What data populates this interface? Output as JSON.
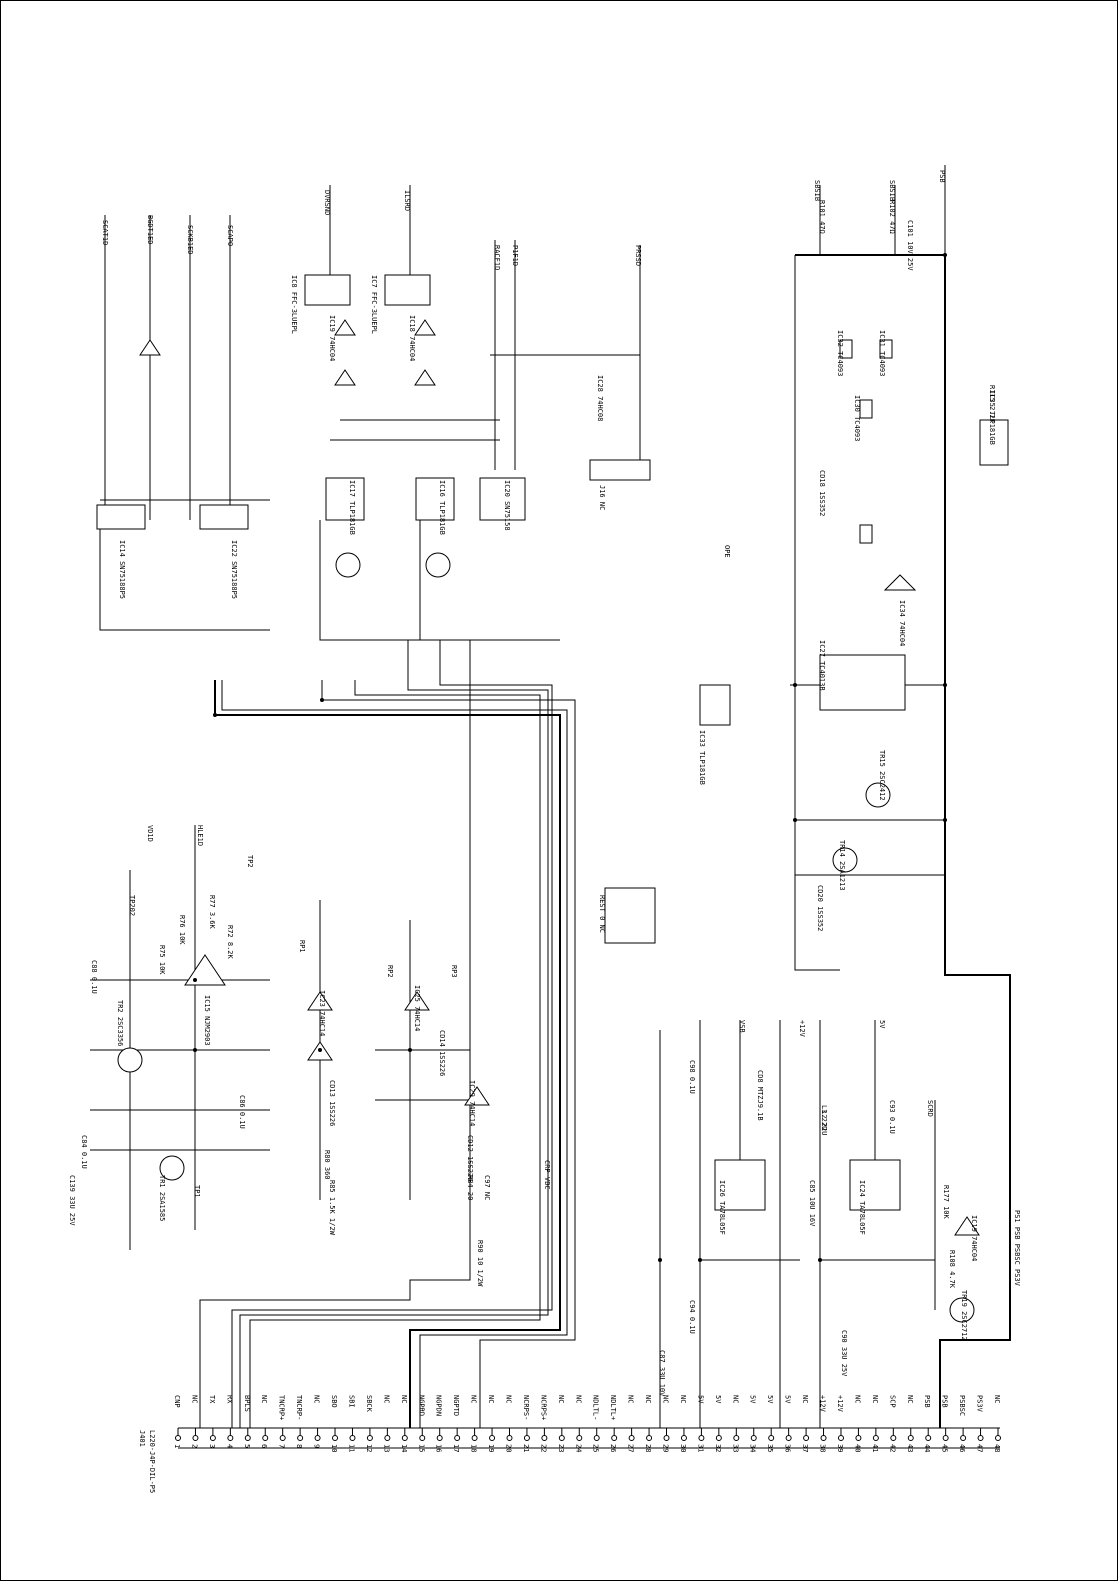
{
  "connector": {
    "ref": "J401",
    "part": "L220-J4P-DIL-P5"
  },
  "pins": [
    {
      "n": "1",
      "sig": "CNP"
    },
    {
      "n": "2",
      "sig": "NC"
    },
    {
      "n": "3",
      "sig": "TX"
    },
    {
      "n": "4",
      "sig": "RX"
    },
    {
      "n": "5",
      "sig": "BPLS"
    },
    {
      "n": "6",
      "sig": "NC"
    },
    {
      "n": "7",
      "sig": "TNCRP+"
    },
    {
      "n": "8",
      "sig": "TNCRP-"
    },
    {
      "n": "9",
      "sig": "NC"
    },
    {
      "n": "10",
      "sig": "SBO"
    },
    {
      "n": "11",
      "sig": "SBI"
    },
    {
      "n": "12",
      "sig": "SBCK"
    },
    {
      "n": "13",
      "sig": "NC"
    },
    {
      "n": "14",
      "sig": "NC"
    },
    {
      "n": "15",
      "sig": "NGPRD"
    },
    {
      "n": "16",
      "sig": "NGPDN"
    },
    {
      "n": "17",
      "sig": "NGPTD"
    },
    {
      "n": "18",
      "sig": "NC"
    },
    {
      "n": "19",
      "sig": "NC"
    },
    {
      "n": "20",
      "sig": "NC"
    },
    {
      "n": "21",
      "sig": "NCRPS-"
    },
    {
      "n": "22",
      "sig": "NCRPS+"
    },
    {
      "n": "23",
      "sig": "NC"
    },
    {
      "n": "24",
      "sig": "NC"
    },
    {
      "n": "25",
      "sig": "NDLTL-"
    },
    {
      "n": "26",
      "sig": "NDLTL+"
    },
    {
      "n": "27",
      "sig": "NC"
    },
    {
      "n": "28",
      "sig": "NC"
    },
    {
      "n": "29",
      "sig": "NC"
    },
    {
      "n": "30",
      "sig": "NC"
    },
    {
      "n": "31",
      "sig": "5V"
    },
    {
      "n": "32",
      "sig": "5V"
    },
    {
      "n": "33",
      "sig": "NC"
    },
    {
      "n": "34",
      "sig": "5V"
    },
    {
      "n": "35",
      "sig": "5V"
    },
    {
      "n": "36",
      "sig": "5V"
    },
    {
      "n": "37",
      "sig": "NC"
    },
    {
      "n": "38",
      "sig": "+12V"
    },
    {
      "n": "39",
      "sig": "+12V"
    },
    {
      "n": "40",
      "sig": "NC"
    },
    {
      "n": "41",
      "sig": "NC"
    },
    {
      "n": "42",
      "sig": "SCP"
    },
    {
      "n": "43",
      "sig": "NC"
    },
    {
      "n": "44",
      "sig": "PSB"
    },
    {
      "n": "45",
      "sig": "PSB"
    },
    {
      "n": "46",
      "sig": "PSBSC"
    },
    {
      "n": "47",
      "sig": "PS3V"
    },
    {
      "n": "48",
      "sig": "NC"
    }
  ],
  "upper_labels": [
    {
      "t": "SCAT1D"
    },
    {
      "t": "BGDT1ED"
    },
    {
      "t": "SCKB1ED"
    },
    {
      "t": "SCAPO"
    },
    {
      "t": "DVRSND"
    },
    {
      "t": "ILSRD"
    },
    {
      "t": "RACF1D"
    },
    {
      "t": "P1F1D"
    },
    {
      "t": "PRSSD"
    },
    {
      "t": "PSB"
    },
    {
      "t": "SBSIB"
    },
    {
      "t": "SBSIB"
    },
    {
      "t": "IC14 SN75188P5"
    },
    {
      "t": "IC22 SN75188P5"
    },
    {
      "t": "IC17 TLP181GB"
    },
    {
      "t": "IC16 TLP181GB"
    },
    {
      "t": "IC20 SN75158"
    },
    {
      "t": "J16 NC"
    },
    {
      "t": "IC28 74HC08"
    },
    {
      "t": "IC19 74HC04"
    },
    {
      "t": "IC18 74HC04"
    },
    {
      "t": "IC8 FFC-3LUEPL"
    },
    {
      "t": "IC7 FFC-3LUEPL"
    },
    {
      "t": "IC32 TC4093"
    },
    {
      "t": "IC31 TC4093"
    },
    {
      "t": "IC30 TC4093"
    },
    {
      "t": "IC35 TLP181GB"
    },
    {
      "t": "IC34 74HC04"
    },
    {
      "t": "IC27 TC4013B"
    },
    {
      "t": "IC33 TLP181GB"
    },
    {
      "t": "TR15 2SC2412"
    },
    {
      "t": "TR14 2SA1213"
    },
    {
      "t": "OPE"
    },
    {
      "t": "CD18 1SS352"
    },
    {
      "t": "CD20 1SS352"
    },
    {
      "t": "R115 2.2K"
    },
    {
      "t": "R101 47Ω"
    },
    {
      "t": "R102 47Ω"
    },
    {
      "t": "C101 10V 25V"
    }
  ],
  "lower_labels": [
    {
      "t": "VD1D"
    },
    {
      "t": "HLE1D"
    },
    {
      "t": "IC15 NJM2903"
    },
    {
      "t": "TR2 2SC3356"
    },
    {
      "t": "TR1 2SA1585"
    },
    {
      "t": "C86 0.1U"
    },
    {
      "t": "C88 0.1U"
    },
    {
      "t": "C84 0.1U"
    },
    {
      "t": "C139 33U 25V"
    },
    {
      "t": "R75 10K"
    },
    {
      "t": "R76 10K"
    },
    {
      "t": "R77 3.6K"
    },
    {
      "t": "R72 8.2K"
    },
    {
      "t": "TP202"
    },
    {
      "t": "TP1"
    },
    {
      "t": "TP2"
    },
    {
      "t": "IC23 74HC14"
    },
    {
      "t": "IC25 74HC14"
    },
    {
      "t": "IC29 74HC14"
    },
    {
      "t": "RP1"
    },
    {
      "t": "RP2"
    },
    {
      "t": "RP3"
    },
    {
      "t": "CD13 1SS226"
    },
    {
      "t": "CD14 1SS226"
    },
    {
      "t": "CD12 1SS226"
    },
    {
      "t": "R80 360"
    },
    {
      "t": "R85 1.5K 1/2W"
    },
    {
      "t": "R90 10 1/2W"
    },
    {
      "t": "R84 20"
    },
    {
      "t": "C97 NC"
    },
    {
      "t": "REST 0 NC"
    },
    {
      "t": "IC26 TA78L05F"
    },
    {
      "t": "IC24 TA78L05F"
    },
    {
      "t": "L2 22U"
    },
    {
      "t": "L3 22U"
    },
    {
      "t": "C90 33U 25V"
    },
    {
      "t": "C94 0.1U"
    },
    {
      "t": "C93 0.1U"
    },
    {
      "t": "C85 10U 16V"
    },
    {
      "t": "C87 33U 10V"
    },
    {
      "t": "C98 0.1U"
    },
    {
      "t": "CD8 MTZJ9.1B"
    },
    {
      "t": "TR19 2SC2712"
    },
    {
      "t": "R177 10K"
    },
    {
      "t": "R108 4.7K"
    },
    {
      "t": "IC19 74HC04"
    },
    {
      "t": "SCRD"
    },
    {
      "t": "5V"
    },
    {
      "t": "+12V"
    },
    {
      "t": "VSB"
    },
    {
      "t": "CRP VBC"
    },
    {
      "t": "PS1 PSB PSBSC PS3V"
    }
  ]
}
